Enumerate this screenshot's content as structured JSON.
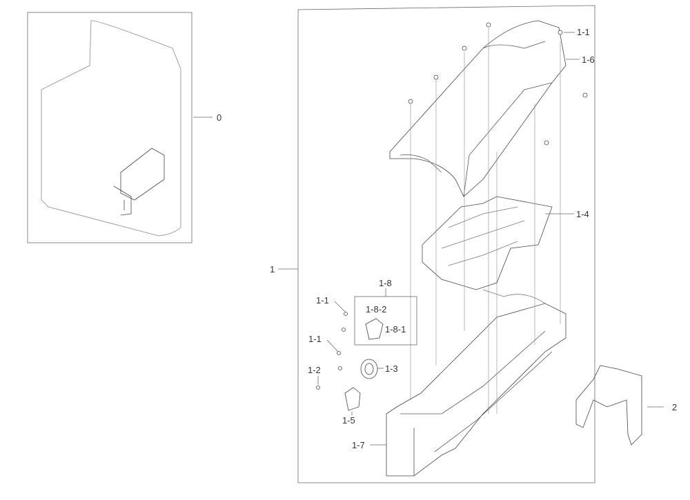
{
  "diagram": {
    "callouts": {
      "assembly_0": "0",
      "assembly_1": "1",
      "screw_top": "1-1",
      "duct_cover": "1-6",
      "heater_plate": "1-4",
      "thermostat_group": "1-8",
      "screw_thermostat": "1-1",
      "thermostat_a": "1-8-2",
      "thermostat_b": "1-8-1",
      "screw_fuse": "1-1",
      "thermal_fuse": "1-3",
      "screw_connector": "1-2",
      "connector": "1-5",
      "heater_housing": "1-7",
      "bracket": "2"
    }
  }
}
